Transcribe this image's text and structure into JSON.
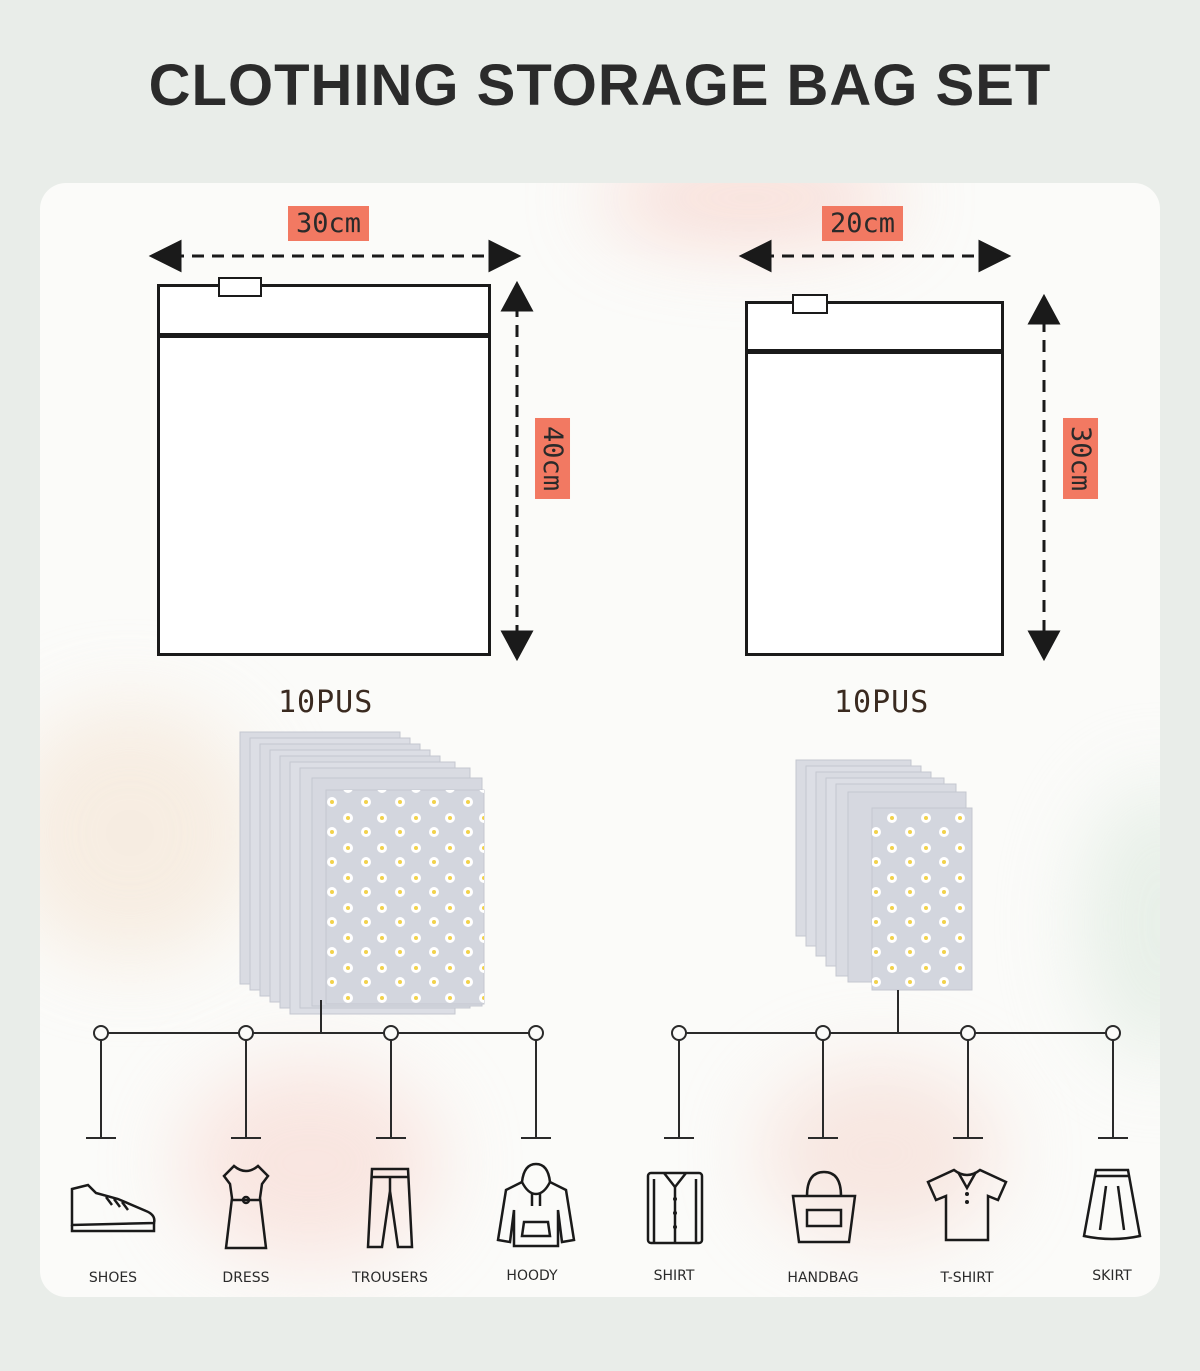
{
  "title": "CLOTHING STORAGE BAG SET",
  "bags": [
    {
      "width": "30cm",
      "height": "40cm",
      "count": "10PUS"
    },
    {
      "width": "20cm",
      "height": "30cm",
      "count": "10PUS"
    }
  ],
  "items": [
    {
      "label": "SHOES",
      "icon": "shoe-icon"
    },
    {
      "label": "DRESS",
      "icon": "dress-icon"
    },
    {
      "label": "TROUSERS",
      "icon": "trousers-icon"
    },
    {
      "label": "HOODY",
      "icon": "hoody-icon"
    },
    {
      "label": "SHIRT",
      "icon": "shirt-icon"
    },
    {
      "label": "HANDBAG",
      "icon": "handbag-icon"
    },
    {
      "label": "T-SHIRT",
      "icon": "tshirt-icon"
    },
    {
      "label": "SKIRT",
      "icon": "skirt-icon"
    }
  ],
  "colors": {
    "tag": "#f27962",
    "line": "#1a1a1a",
    "background": "#e9ede9"
  }
}
